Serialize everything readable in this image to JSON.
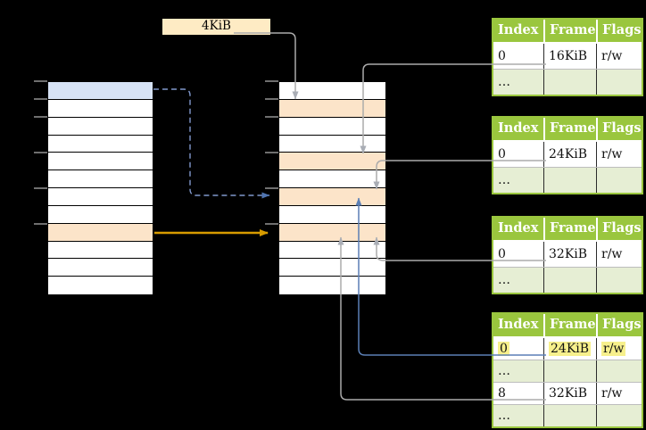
{
  "diagram": {
    "page_size_label": "4KiB",
    "colors": {
      "background": "#000000",
      "header_green": "#9AC63E",
      "row_light_green": "#E6EED4",
      "row_orange": "#FCE4C9",
      "row_blue": "#D7E3F5",
      "page_size_box": "#FEEBC4",
      "highlight_yellow": "#F7F08C",
      "arrow_gray": "#ABABAB",
      "arrow_blue": "#5B7FB5",
      "arrow_blue_dashed": "#8098CC",
      "arrow_gold": "#D79B00"
    },
    "virtual_table": {
      "row_count": 12,
      "row_fills": {
        "0": "blue",
        "8": "orange"
      },
      "tick_rows": [
        0,
        1,
        2,
        4,
        6,
        8
      ]
    },
    "page_table": {
      "row_count": 12,
      "row_fills": {
        "1": "orange",
        "4": "orange",
        "6": "orange",
        "8": "orange"
      },
      "tick_rows": [
        0,
        1,
        2,
        4,
        6,
        8
      ]
    },
    "frame_tables": [
      {
        "headers": [
          "Index",
          "Frame",
          "Flags"
        ],
        "rows": [
          {
            "cells": [
              "0",
              "16KiB",
              "r/w"
            ],
            "shaded": false,
            "highlight": false
          },
          {
            "cells": [
              "…",
              "",
              ""
            ],
            "shaded": true,
            "highlight": false
          }
        ]
      },
      {
        "headers": [
          "Index",
          "Frame",
          "Flags"
        ],
        "rows": [
          {
            "cells": [
              "0",
              "24KiB",
              "r/w"
            ],
            "shaded": false,
            "highlight": false
          },
          {
            "cells": [
              "…",
              "",
              ""
            ],
            "shaded": true,
            "highlight": false
          }
        ]
      },
      {
        "headers": [
          "Index",
          "Frame",
          "Flags"
        ],
        "rows": [
          {
            "cells": [
              "0",
              "32KiB",
              "r/w"
            ],
            "shaded": false,
            "highlight": false
          },
          {
            "cells": [
              "…",
              "",
              ""
            ],
            "shaded": true,
            "highlight": false
          }
        ]
      },
      {
        "headers": [
          "Index",
          "Frame",
          "Flags"
        ],
        "rows": [
          {
            "cells": [
              "0",
              "24KiB",
              "r/w"
            ],
            "shaded": false,
            "highlight": true
          },
          {
            "cells": [
              "…",
              "",
              ""
            ],
            "shaded": true,
            "highlight": false
          },
          {
            "cells": [
              "8",
              "32KiB",
              "r/w"
            ],
            "shaded": false,
            "highlight": false
          },
          {
            "cells": [
              "…",
              "",
              ""
            ],
            "shaded": true,
            "highlight": false
          }
        ]
      }
    ]
  }
}
